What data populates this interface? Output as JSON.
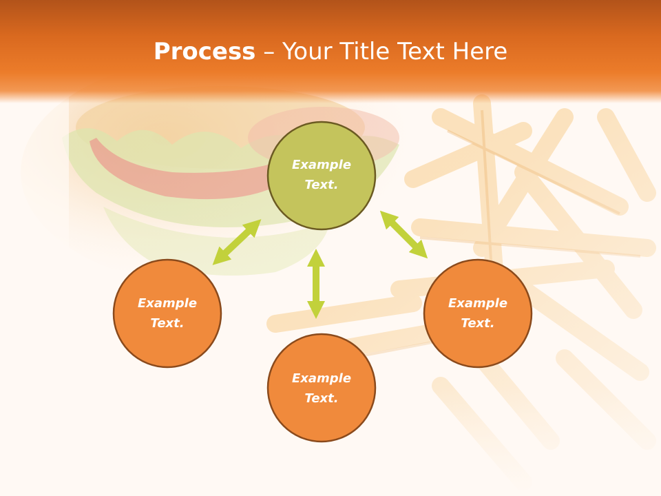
{
  "title": {
    "bold": "Process",
    "rest": " – Your Title Text Here"
  },
  "nodes": [
    {
      "id": "top",
      "label_line1": "Example",
      "label_line2": "Text."
    },
    {
      "id": "left",
      "label_line1": "Example",
      "label_line2": "Text."
    },
    {
      "id": "bottom",
      "label_line1": "Example",
      "label_line2": "Text."
    },
    {
      "id": "right",
      "label_line1": "Example",
      "label_line2": "Text."
    }
  ],
  "colors": {
    "title_bar": "#e0711f",
    "center_fill": "#c4c45c",
    "center_stroke": "#6b5a22",
    "outer_fill": "#f08a3c",
    "outer_stroke": "#8a4a1c",
    "arrow": "#c2d13b"
  }
}
